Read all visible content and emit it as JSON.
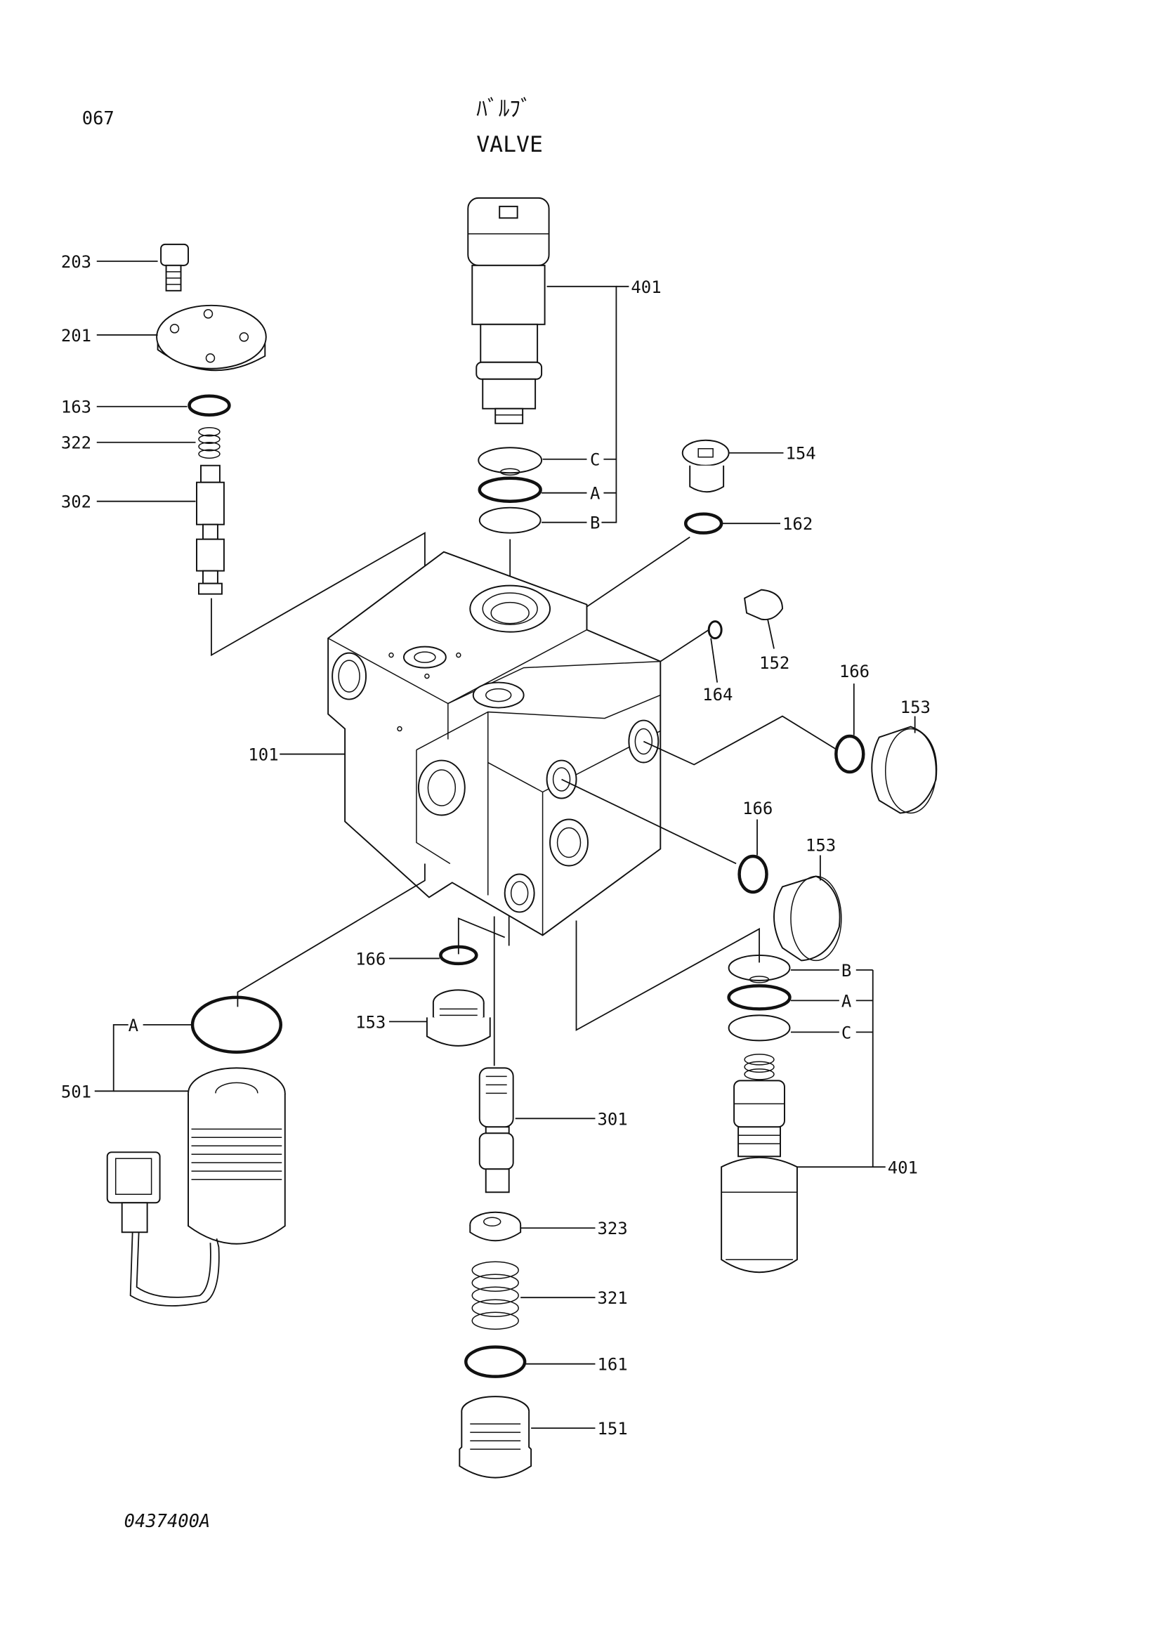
{
  "header": {
    "page_number": "067",
    "title_jp": "ﾊﾞﾙﾌﾞ",
    "title_en": "VALVE"
  },
  "footer": {
    "drawing_code": "0437400A"
  },
  "callouts": {
    "p203": "203",
    "p201": "201",
    "p163": "163",
    "p322": "322",
    "p302": "302",
    "p401_top": "401",
    "p401_top_c": "C",
    "p401_top_a": "A",
    "p401_top_b": "B",
    "p154": "154",
    "p162": "162",
    "p152": "152",
    "p164": "164",
    "p166_right1": "166",
    "p153_right1": "153",
    "p101": "101",
    "p166_right2": "166",
    "p153_right2": "153",
    "p166_bottom": "166",
    "p153_bottom": "153",
    "p501_a": "A",
    "p501": "501",
    "p401_bottom_b": "B",
    "p401_bottom_a": "A",
    "p401_bottom_c": "C",
    "p401_bottom": "401",
    "p301": "301",
    "p323": "323",
    "p321": "321",
    "p161": "161",
    "p151": "151"
  }
}
